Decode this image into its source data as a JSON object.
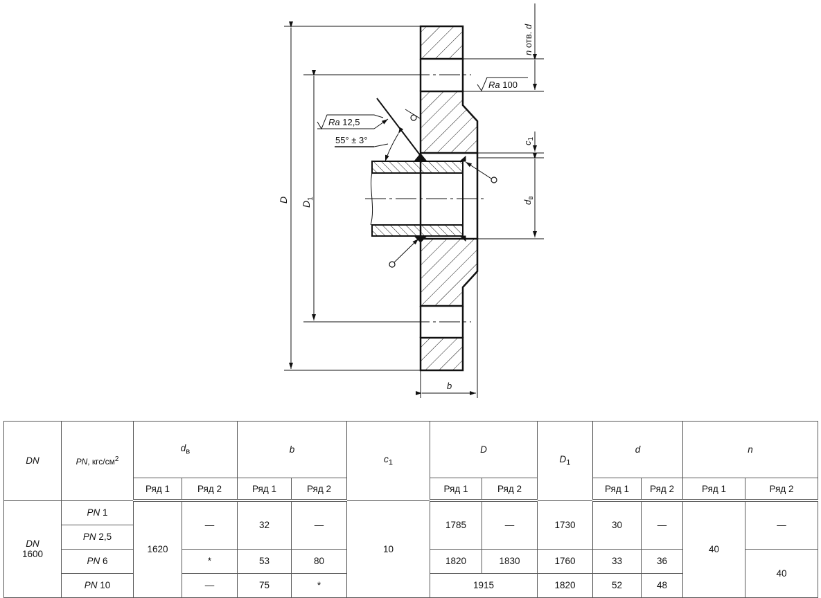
{
  "drawing": {
    "label_D": "D",
    "label_D1": "D",
    "label_D1_sub": "1",
    "label_b": "b",
    "label_c1": "c",
    "label_c1_sub": "1",
    "label_dv": "d",
    "label_dv_sub": "в",
    "holes_n": "n",
    "holes_text": " отв. ",
    "holes_d": "d",
    "ra100_sym": "Ra",
    "ra100_val": " 100",
    "ra125_sym": "Ra",
    "ra125_val": " 12,5",
    "angle": "55° ± 3°"
  },
  "table": {
    "headers": {
      "dn": "DN",
      "pn": "PN",
      "pn_unit": ", кгс/см",
      "pn_unit_sup": "2",
      "dv": "d",
      "dv_sub": "в",
      "b": "b",
      "c1": "c",
      "c1_sub": "1",
      "D": "D",
      "D1": "D",
      "D1_sub": "1",
      "d": "d",
      "n": "n",
      "row1": "Ряд 1",
      "row2": "Ряд 2"
    },
    "dn_label": "DN",
    "dn_value": "1600",
    "pn_label": "PN",
    "pn_values": [
      "1",
      "2,5",
      "6",
      "10"
    ],
    "dv_row1": "1620",
    "dv_row2": [
      "—",
      "*",
      "—"
    ],
    "b_row1": [
      "32",
      "53",
      "75"
    ],
    "b_row2": [
      "—",
      "80",
      "*"
    ],
    "c1": "10",
    "D_row1": [
      "1785",
      "1820"
    ],
    "D_row2": [
      "—",
      "1830"
    ],
    "D_merged": "1915",
    "D1": [
      "1730",
      "1760",
      "1820"
    ],
    "d_row1": [
      "30",
      "33",
      "52"
    ],
    "d_row2": [
      "—",
      "36",
      "48"
    ],
    "n_row1": "40",
    "n_row2": [
      "—",
      "40"
    ]
  }
}
